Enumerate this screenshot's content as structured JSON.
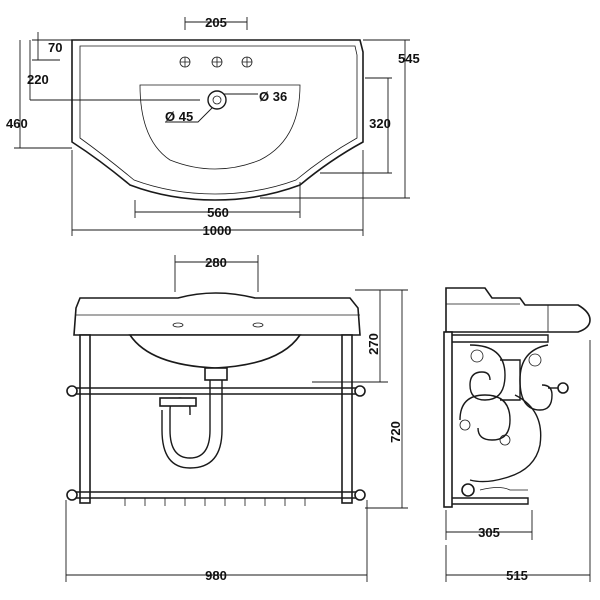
{
  "top_view": {
    "tap_spacing": "205",
    "tap_offset": "70",
    "drain_depth": "220",
    "depth_total": "460",
    "depth_right": "545",
    "basin_depth": "320",
    "tap_hole": "Ø 36",
    "drain_hole": "Ø 45",
    "basin_width": "560",
    "overall_width": "1000"
  },
  "front_view": {
    "basin_width": "280",
    "basin_height": "270",
    "frame_height": "720",
    "frame_width": "980"
  },
  "side_view": {
    "frame_depth": "305",
    "overall_depth": "515"
  }
}
